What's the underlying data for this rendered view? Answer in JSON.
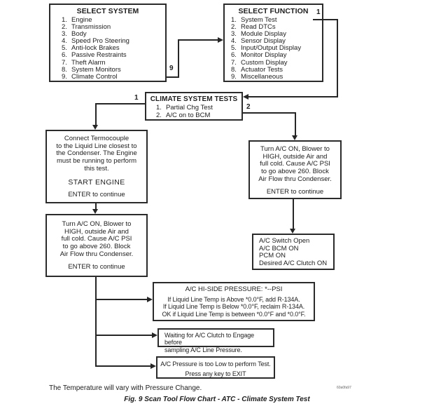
{
  "colors": {
    "ink": "#262626",
    "paper": "#ffffff"
  },
  "select_system": {
    "title": "SELECT SYSTEM",
    "items": [
      {
        "n": "1.",
        "t": "Engine"
      },
      {
        "n": "2.",
        "t": "Transmission"
      },
      {
        "n": "3.",
        "t": "Body"
      },
      {
        "n": "4.",
        "t": "Speed Pro Steering"
      },
      {
        "n": "5.",
        "t": "Anti-lock Brakes"
      },
      {
        "n": "6.",
        "t": "Passive Restraints"
      },
      {
        "n": "7.",
        "t": "Theft Alarm"
      },
      {
        "n": "8.",
        "t": "System Monitors"
      },
      {
        "n": "9.",
        "t": "Climate Control"
      }
    ]
  },
  "select_function": {
    "title": "SELECT FUNCTION",
    "items": [
      {
        "n": "1.",
        "t": "System Test"
      },
      {
        "n": "2.",
        "t": "Read DTCs"
      },
      {
        "n": "3.",
        "t": "Module Display"
      },
      {
        "n": "4.",
        "t": "Sensor Display"
      },
      {
        "n": "5.",
        "t": "Input/Output Display"
      },
      {
        "n": "6.",
        "t": "Monitor Display"
      },
      {
        "n": "7.",
        "t": "Custom Display"
      },
      {
        "n": "8.",
        "t": "Actuator Tests"
      },
      {
        "n": "9.",
        "t": "Miscellaneous"
      }
    ]
  },
  "climate_tests": {
    "title": "CLIMATE SYSTEM TESTS",
    "items": [
      {
        "n": "1.",
        "t": "Partial Chg Test"
      },
      {
        "n": "2.",
        "t": "A/C on to BCM"
      }
    ]
  },
  "connect_box": {
    "body": [
      "Connect Termocouple",
      "to the Liquid Line closest to",
      "the Condenser.  The Engine",
      "must be running to perform",
      "this test."
    ],
    "action": "START ENGINE",
    "prompt": "ENTER to continue"
  },
  "turn_ac_box": {
    "body": [
      "Turn A/C ON, Blower to",
      "HIGH, outside Air and",
      "full cold.  Cause A/C PSI",
      "to go above 260.  Block",
      "Air Flow thru Condenser."
    ],
    "prompt": "ENTER to continue"
  },
  "ac_switch_box": {
    "lines": [
      "A/C Switch Open",
      "A/C BCM ON",
      "PCM ON",
      "Desired A/C Clutch ON"
    ]
  },
  "hiside_box": {
    "title": "A/C HI-SIDE PRESSURE:  *--PSI",
    "lines": [
      "If Liquid Line Temp is Above *0.0°F, add R-134A.",
      "If Liquid Line Temp is Below *0.0°F, reclaim R-134A.",
      "OK if Liquid Line Temp is between *0.0°F and *0.0°F."
    ]
  },
  "waiting_box": {
    "lines": [
      "Waiting for A/C Clutch to Engage before",
      "sampling A/C Line Pressure."
    ]
  },
  "pressure_box": {
    "lines": [
      "A/C Pressure is too Low to perform Test.",
      "Press any key to EXIT"
    ]
  },
  "labels": {
    "sys_to_func": "9",
    "func_to_climate": "1",
    "climate_left": "1",
    "climate_right": "2"
  },
  "footer": {
    "footnote": "The Temperature will vary with Pressure Change.",
    "caption": "Fig. 9 Scan Tool Flow Chart - ATC - Climate System Test",
    "graphic_id": "60a0fa97"
  }
}
